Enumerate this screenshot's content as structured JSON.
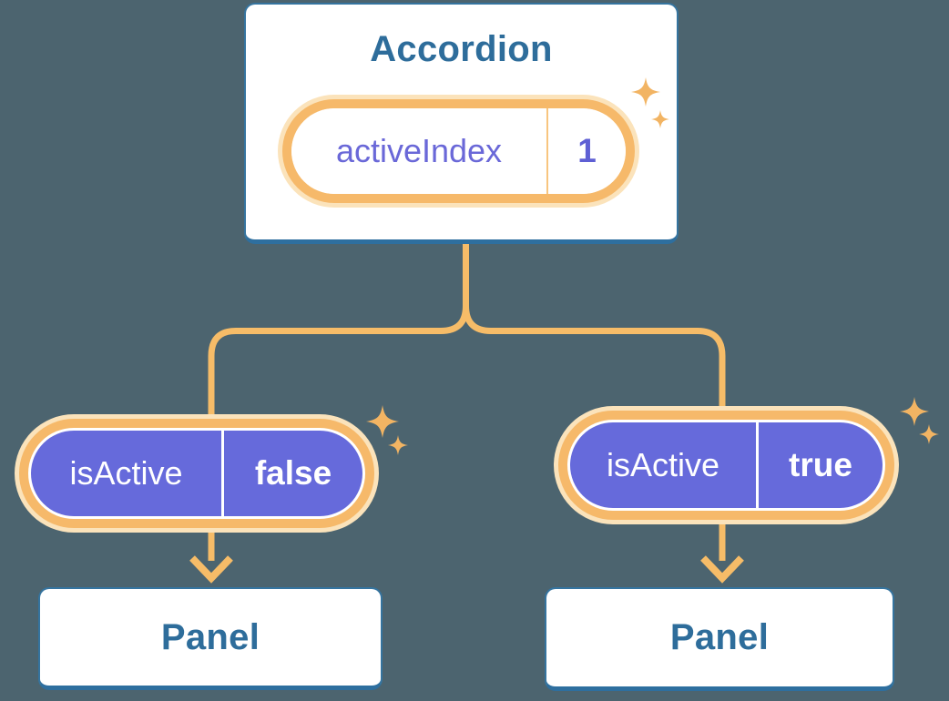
{
  "canvas": {
    "background_color": "#4c646f"
  },
  "palette": {
    "accent_orange": "#f6b96a",
    "connector_orange": "#f6bc68",
    "glow_cream": "#fbe3bb",
    "purple_fill": "#666adb",
    "indigo_text": "#6a68d8",
    "card_border_blue": "#2e6f9f",
    "heading_text_blue": "#2e6d9b",
    "sparkle_orange": "#f2b463",
    "white": "#ffffff"
  },
  "icons": {
    "sparkle": "✦",
    "arrow_down": "↓"
  },
  "root_card": {
    "title": "Accordion",
    "state_pill": {
      "label": "activeIndex",
      "value": "1"
    }
  },
  "children": [
    {
      "prop_pill": {
        "label": "isActive",
        "value": "false"
      },
      "panel": {
        "title": "Panel"
      }
    },
    {
      "prop_pill": {
        "label": "isActive",
        "value": "true"
      },
      "panel": {
        "title": "Panel"
      }
    }
  ]
}
